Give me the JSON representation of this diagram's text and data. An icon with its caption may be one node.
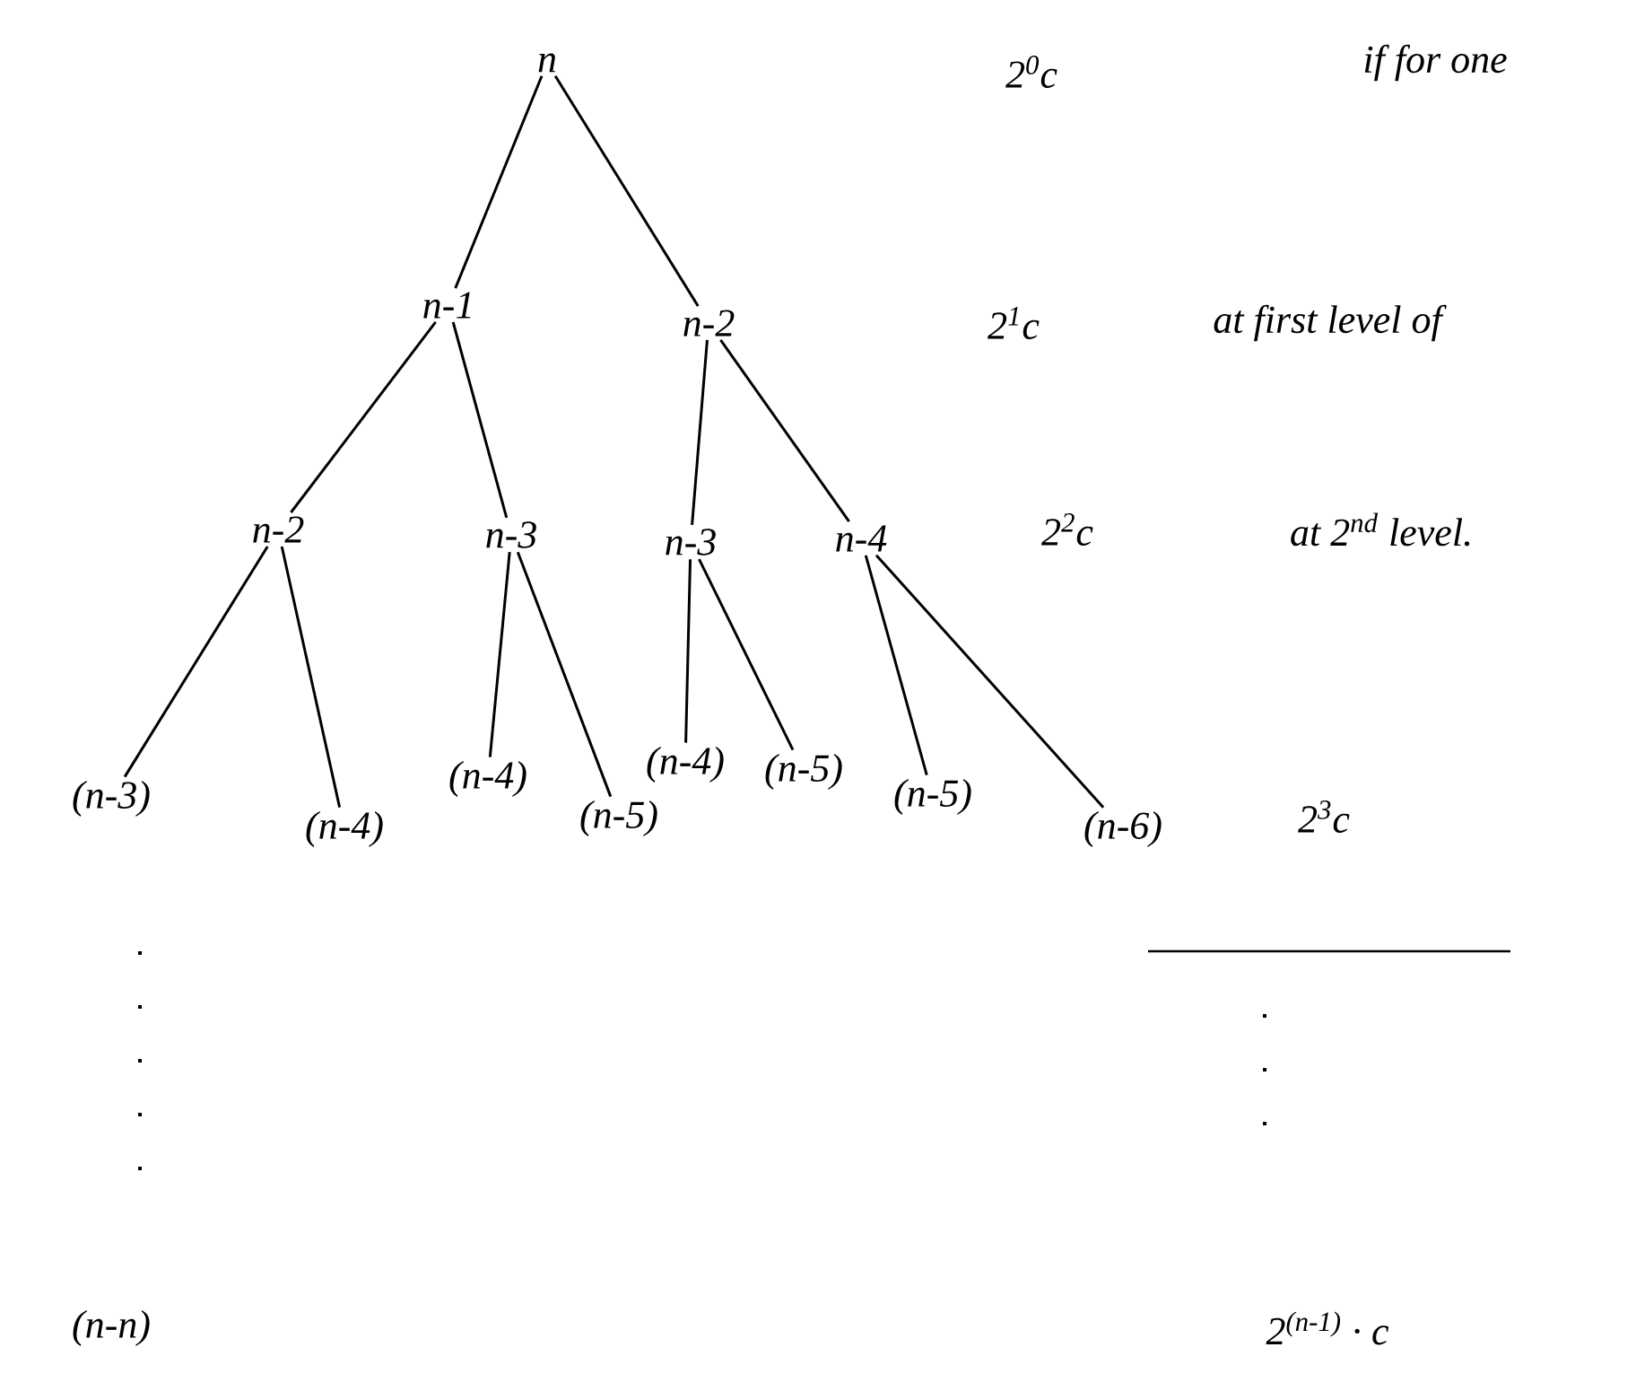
{
  "diagram": {
    "nodes": [
      {
        "text": [
          "n"
        ]
      },
      {
        "text": [
          "n-1"
        ]
      },
      {
        "text": [
          "n-2"
        ]
      },
      {
        "text": [
          "n-2"
        ]
      },
      {
        "text": [
          "n-3"
        ]
      },
      {
        "text": [
          "n-3"
        ]
      },
      {
        "text": [
          "n-4"
        ]
      },
      {
        "text": [
          "(n-3)"
        ]
      },
      {
        "text": [
          "(n-4)"
        ]
      },
      {
        "text": [
          "(n-4)"
        ]
      },
      {
        "text": [
          "(n-5)"
        ]
      },
      {
        "text": [
          "(n-4)"
        ]
      },
      {
        "text": [
          "(n-5)"
        ]
      },
      {
        "text": [
          "(n-5)"
        ]
      },
      {
        "text": [
          "(n-6)"
        ]
      },
      {
        "text": [
          "(n-n)"
        ]
      }
    ],
    "edges": [
      {
        "from": 0,
        "to": 1,
        "arrow": "none"
      },
      {
        "from": 0,
        "to": 2,
        "arrow": "none"
      },
      {
        "from": 1,
        "to": 3,
        "arrow": "none"
      },
      {
        "from": 1,
        "to": 4,
        "arrow": "none"
      },
      {
        "from": 2,
        "to": 5,
        "arrow": "none"
      },
      {
        "from": 2,
        "to": 6,
        "arrow": "none"
      },
      {
        "from": 3,
        "to": 7,
        "arrow": "none"
      },
      {
        "from": 3,
        "to": 8,
        "arrow": "none"
      },
      {
        "from": 4,
        "to": 9,
        "arrow": "none"
      },
      {
        "from": 4,
        "to": 10,
        "arrow": "none"
      },
      {
        "from": 5,
        "to": 11,
        "arrow": "none"
      },
      {
        "from": 5,
        "to": 12,
        "arrow": "none"
      },
      {
        "from": 6,
        "to": 13,
        "arrow": "none"
      },
      {
        "from": 6,
        "to": 14,
        "arrow": "none"
      }
    ],
    "labels": [
      "2$^{0}$c",
      "if for one",
      "2$^{1}$c",
      "at first level of",
      "2$^{2}$c",
      "at 2$^{nd}$ level.",
      "2$^{3}$c",
      "2$^{(n-1)}$ · c"
    ]
  }
}
